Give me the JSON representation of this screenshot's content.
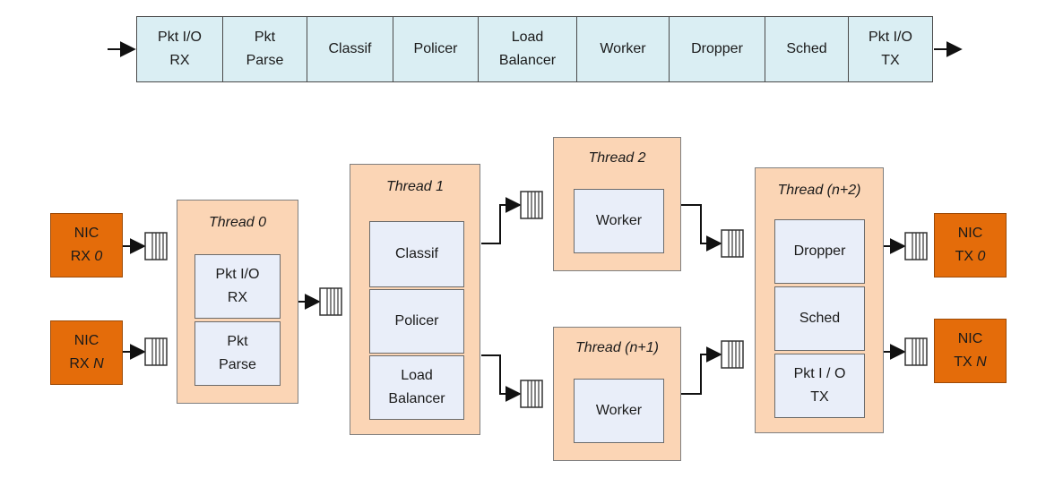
{
  "pipeline": {
    "stages": [
      [
        "Pkt I/O",
        "RX"
      ],
      [
        "Pkt",
        "Parse"
      ],
      [
        "Classif"
      ],
      [
        "Policer"
      ],
      [
        "Load",
        "Balancer"
      ],
      [
        "Worker"
      ],
      [
        "Dropper"
      ],
      [
        "Sched"
      ],
      [
        "Pkt I/O",
        "TX"
      ]
    ]
  },
  "nics": {
    "rx0": {
      "label": "NIC",
      "prefix": "RX",
      "suffix": "0"
    },
    "rxN": {
      "label": "NIC",
      "prefix": "RX",
      "suffix": "N"
    },
    "tx0": {
      "label": "NIC",
      "prefix": "TX",
      "suffix": "0"
    },
    "txN": {
      "label": "NIC",
      "prefix": "TX",
      "suffix": "N"
    }
  },
  "threads": {
    "t0": {
      "title": "Thread 0",
      "stages": [
        [
          "Pkt I/O",
          "RX"
        ],
        [
          "Pkt",
          "Parse"
        ]
      ]
    },
    "t1": {
      "title": "Thread 1",
      "stages": [
        [
          "Classif"
        ],
        [
          "Policer"
        ],
        [
          "Load",
          "Balancer"
        ]
      ]
    },
    "t2": {
      "title": "Thread 2",
      "stages": [
        [
          "Worker"
        ]
      ]
    },
    "tn1": {
      "title": "Thread (n+1)",
      "stages": [
        [
          "Worker"
        ]
      ]
    },
    "tn2": {
      "title": "Thread (n+2)",
      "stages": [
        [
          "Dropper"
        ],
        [
          "Sched"
        ],
        [
          "Pkt I / O",
          "TX"
        ]
      ]
    }
  },
  "colors": {
    "pipeline_fill": "#daeef3",
    "thread_fill": "#fbd5b5",
    "stage_fill": "#e9eef9",
    "nic_fill": "#e46c0a"
  }
}
